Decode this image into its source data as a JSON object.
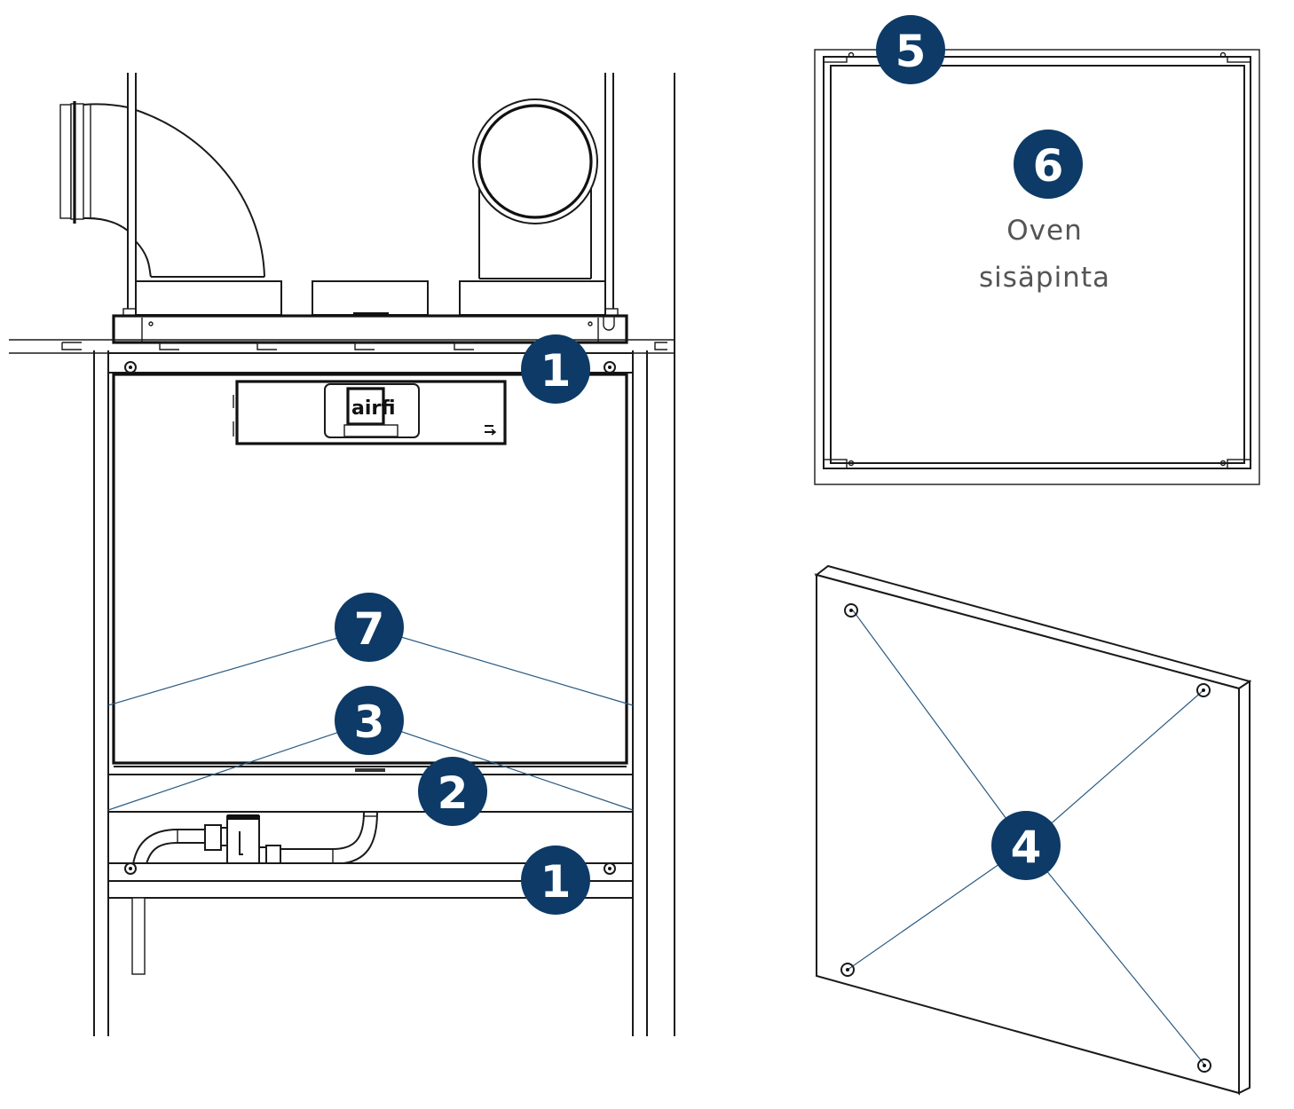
{
  "title": "Airfi ventilation unit – door removal diagram",
  "brand": {
    "logo_text": "airfi",
    "accent_color": "#0d3a66",
    "leader_color": "#2a5a80"
  },
  "callouts": [
    {
      "id": "callout-1-top",
      "label": "1"
    },
    {
      "id": "callout-1-bottom",
      "label": "1"
    },
    {
      "id": "callout-2",
      "label": "2"
    },
    {
      "id": "callout-3",
      "label": "3"
    },
    {
      "id": "callout-4",
      "label": "4"
    },
    {
      "id": "callout-5",
      "label": "5"
    },
    {
      "id": "callout-6",
      "label": "6"
    },
    {
      "id": "callout-7",
      "label": "7"
    }
  ],
  "door_inner_caption": {
    "line1": "Oven",
    "line2": "sisäpinta"
  },
  "views": {
    "front": "unit-front-view",
    "door_inside": "door-inner-surface-view",
    "door_back": "door-perspective-view"
  }
}
